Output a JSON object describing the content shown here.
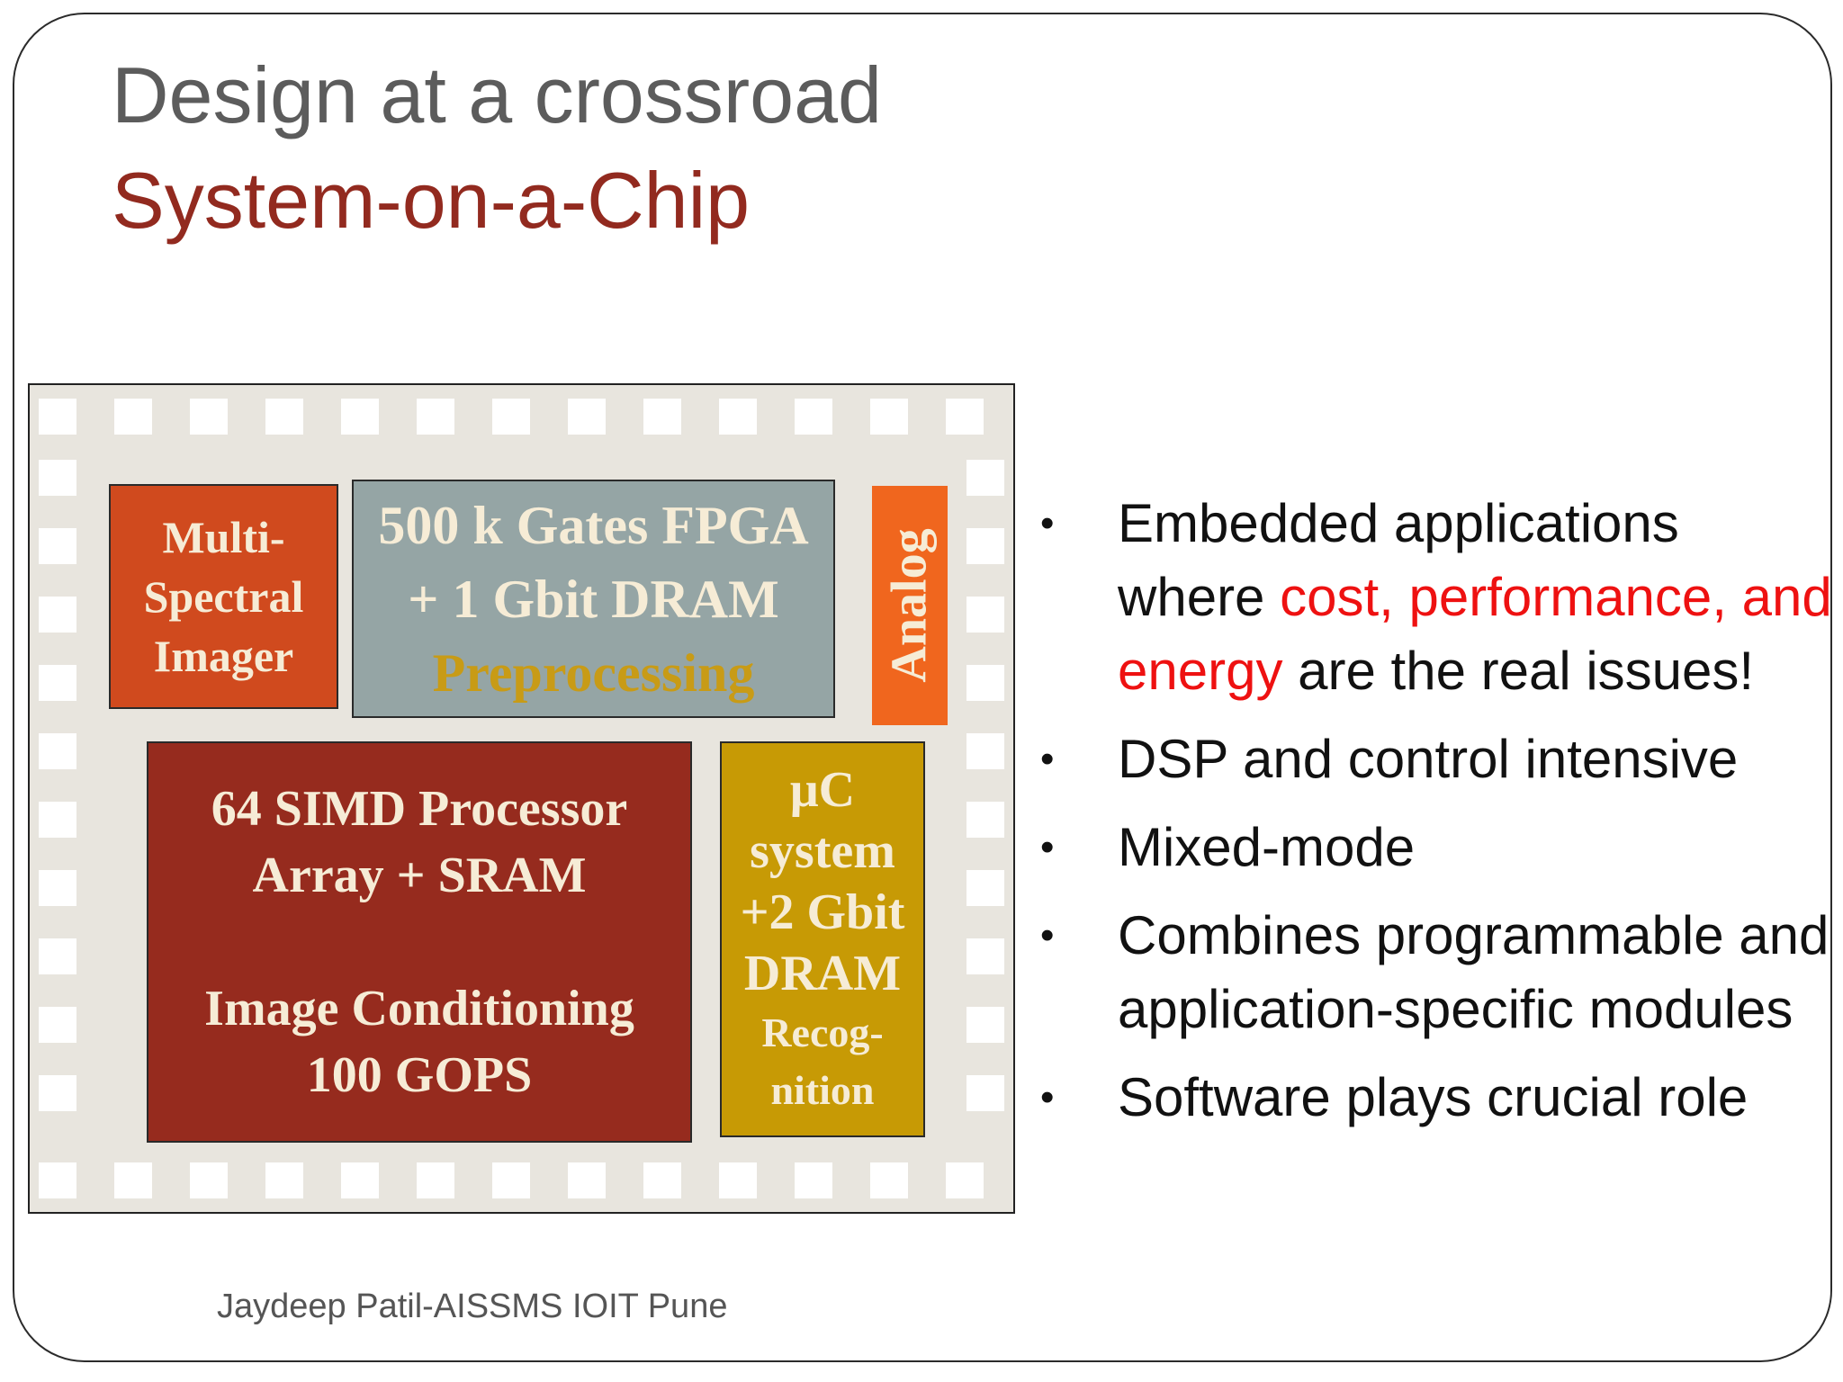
{
  "slide": {
    "title_line1": "Design at a crossroad",
    "title_line2": "System-on-a-Chip",
    "footer": "Jaydeep Patil-AISSMS IOIT Pune",
    "colors": {
      "title_gray": "#5c5c5c",
      "title_red": "#922a1f",
      "highlight_red": "#ee1111",
      "chip_bg": "#e8e5de"
    }
  },
  "chip": {
    "imager": {
      "lines": [
        "Multi-",
        "Spectral",
        "Imager"
      ],
      "color": "#d04a1e"
    },
    "fpga": {
      "line1": "500 k Gates FPGA",
      "line2": "+ 1 Gbit DRAM",
      "line3": "Preprocessing",
      "color": "#95a5a5"
    },
    "analog": {
      "label": "Analog",
      "color": "#f0661e"
    },
    "simd": {
      "line1": "64 SIMD Processor",
      "line2": "Array + SRAM",
      "line3": "Image Conditioning",
      "line4": "100 GOPS",
      "color": "#962b1e"
    },
    "uc": {
      "line1": "μC",
      "line2": "system",
      "line3": "+2 Gbit",
      "line4": "DRAM",
      "line5": "Recog-",
      "line6": "nition",
      "color": "#c79a05"
    }
  },
  "bullets": {
    "marker": "•",
    "b1": {
      "part1": "Embedded applications where ",
      "highlight": "cost, performance, and energy",
      "part2": "  are the real issues!"
    },
    "b2": "DSP and control intensive",
    "b3": "Mixed-mode",
    "b4": "Combines programmable and application-specific modules",
    "b5": "Software plays crucial role"
  }
}
